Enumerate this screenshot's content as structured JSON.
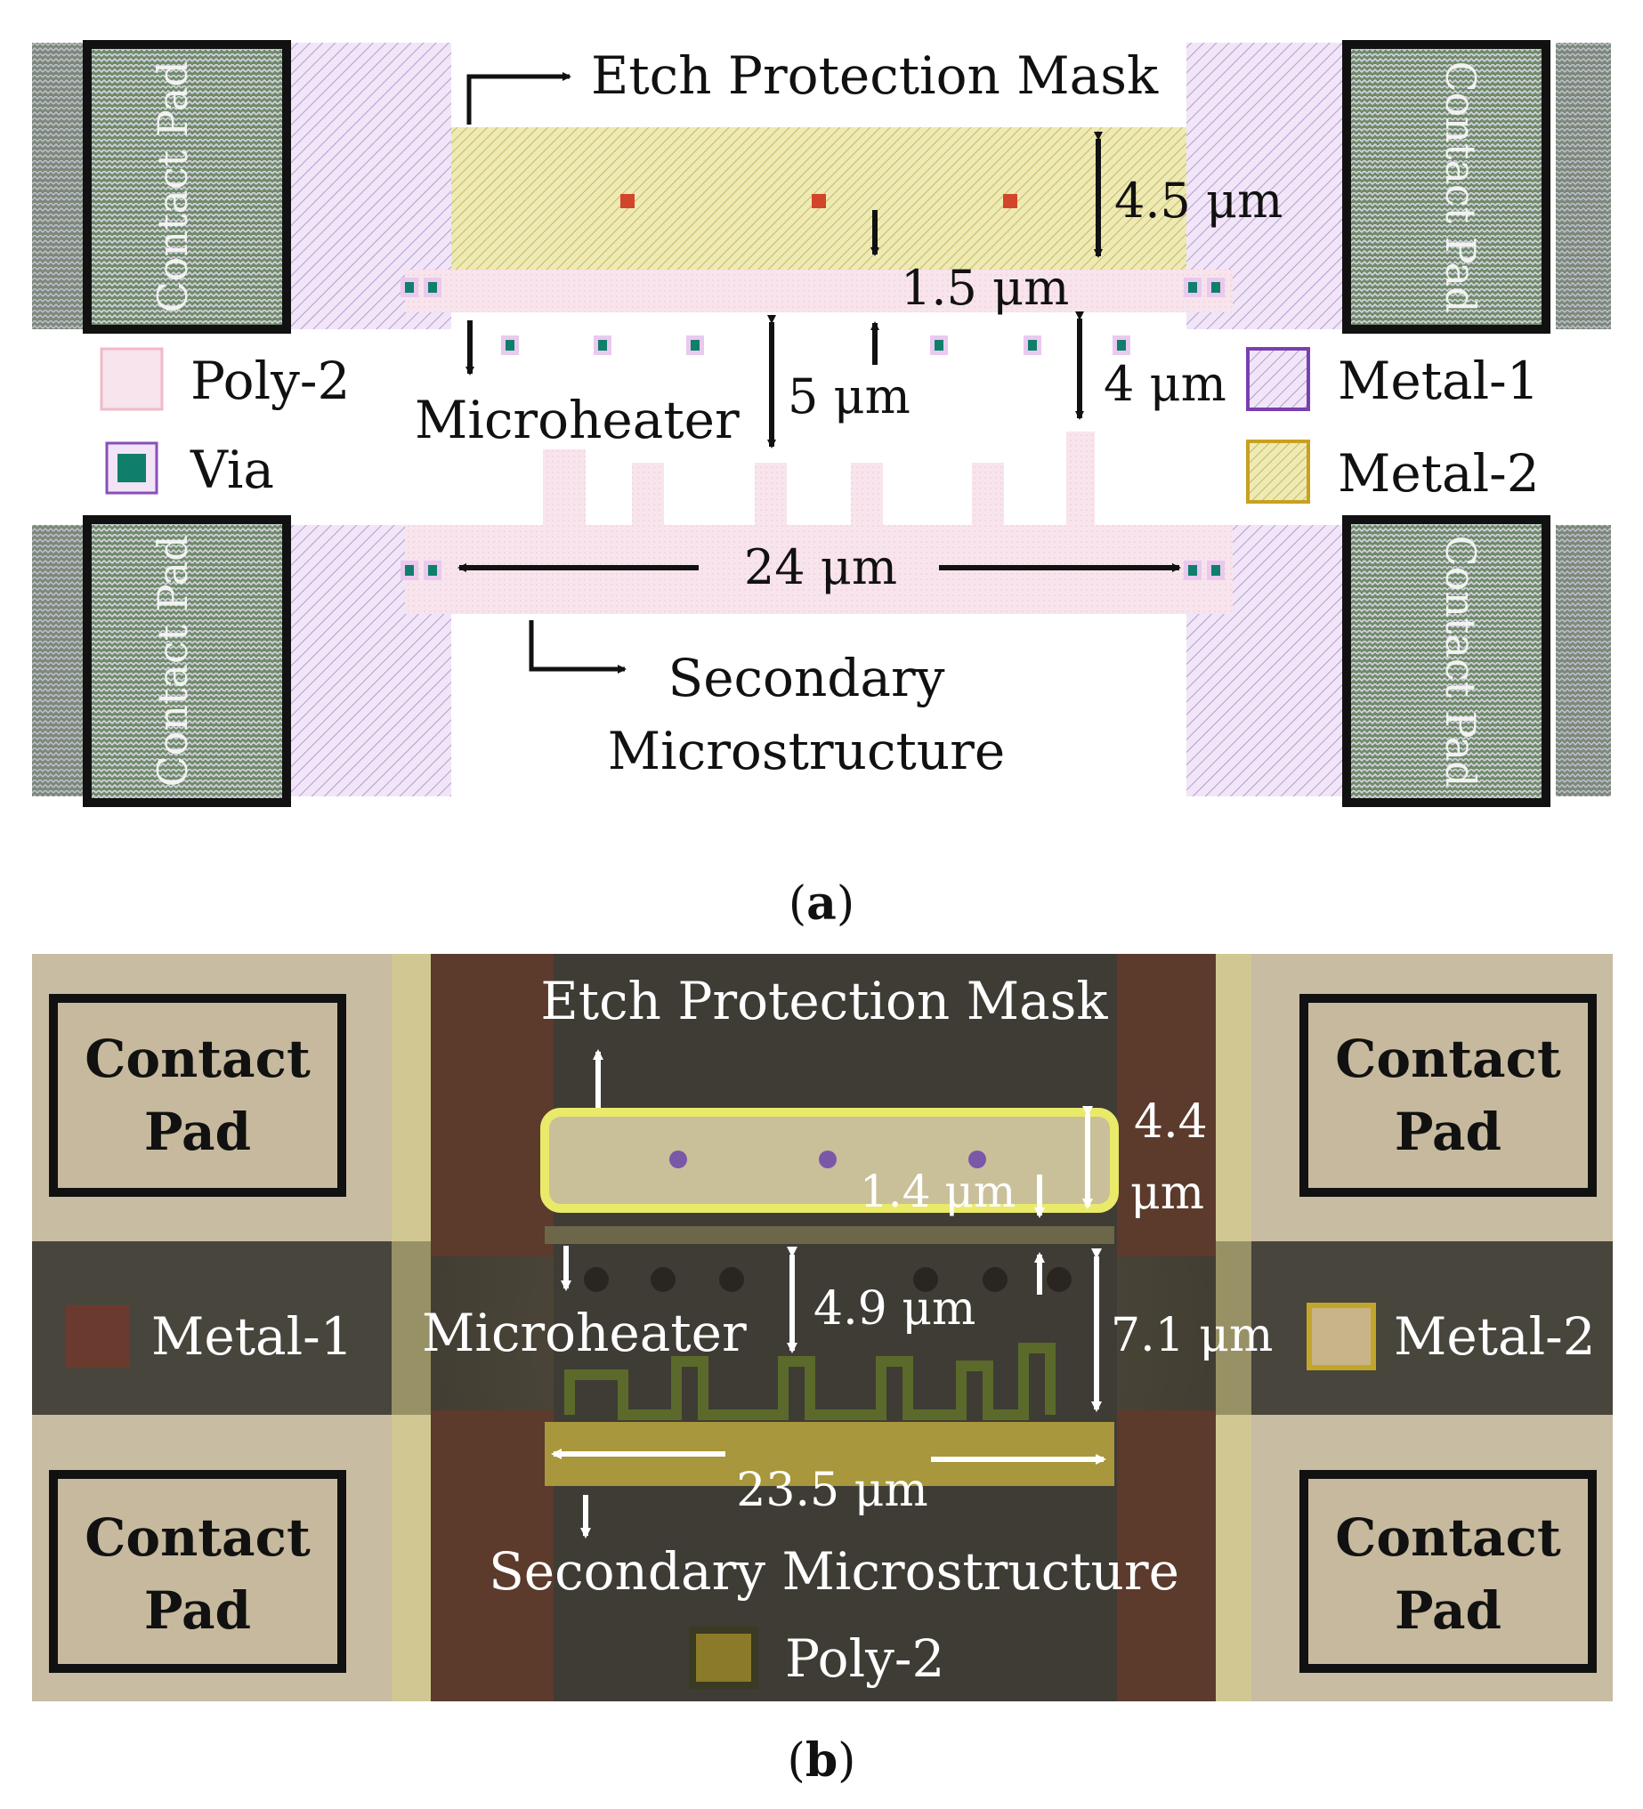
{
  "panel_a": {
    "caption_letter": "a",
    "contact_pad": "Contact Pad",
    "labels": {
      "etch_mask": "Etch Protection Mask",
      "microheater": "Microheater",
      "secondary_line1": "Secondary",
      "secondary_line2": "Microstructure"
    },
    "dimensions": {
      "mask_height": "4.5 μm",
      "gap": "1.5 μm",
      "heater_gap": "5 μm",
      "heater_gap2": "4 μm",
      "width": "24 μm"
    },
    "legend": [
      {
        "name": "Poly-2",
        "color": "#f7dbe2"
      },
      {
        "name": "Via",
        "color": "#0f7f6b"
      },
      {
        "name": "Metal-1",
        "color": "#7a3fb0"
      },
      {
        "name": "Metal-2",
        "color": "#c8a021"
      }
    ]
  },
  "panel_b": {
    "caption_letter": "b",
    "contact_pad_line1": "Contact",
    "contact_pad_line2": "Pad",
    "labels": {
      "etch_mask": "Etch Protection Mask",
      "microheater": "Microheater",
      "secondary": "Secondary Microstructure"
    },
    "dimensions": {
      "mask_height_line1": "4.4",
      "mask_height_line2": "μm",
      "gap": "1.4 μm",
      "heater_gap": "4.9 μm",
      "heater_gap2": "7.1 μm",
      "width": "23.5 μm"
    },
    "legend": [
      {
        "name": "Metal-1",
        "color": "#6b3a2e"
      },
      {
        "name": "Metal-2",
        "color": "#c9b48a"
      },
      {
        "name": "Poly-2",
        "color": "#8a7a2a"
      }
    ]
  }
}
